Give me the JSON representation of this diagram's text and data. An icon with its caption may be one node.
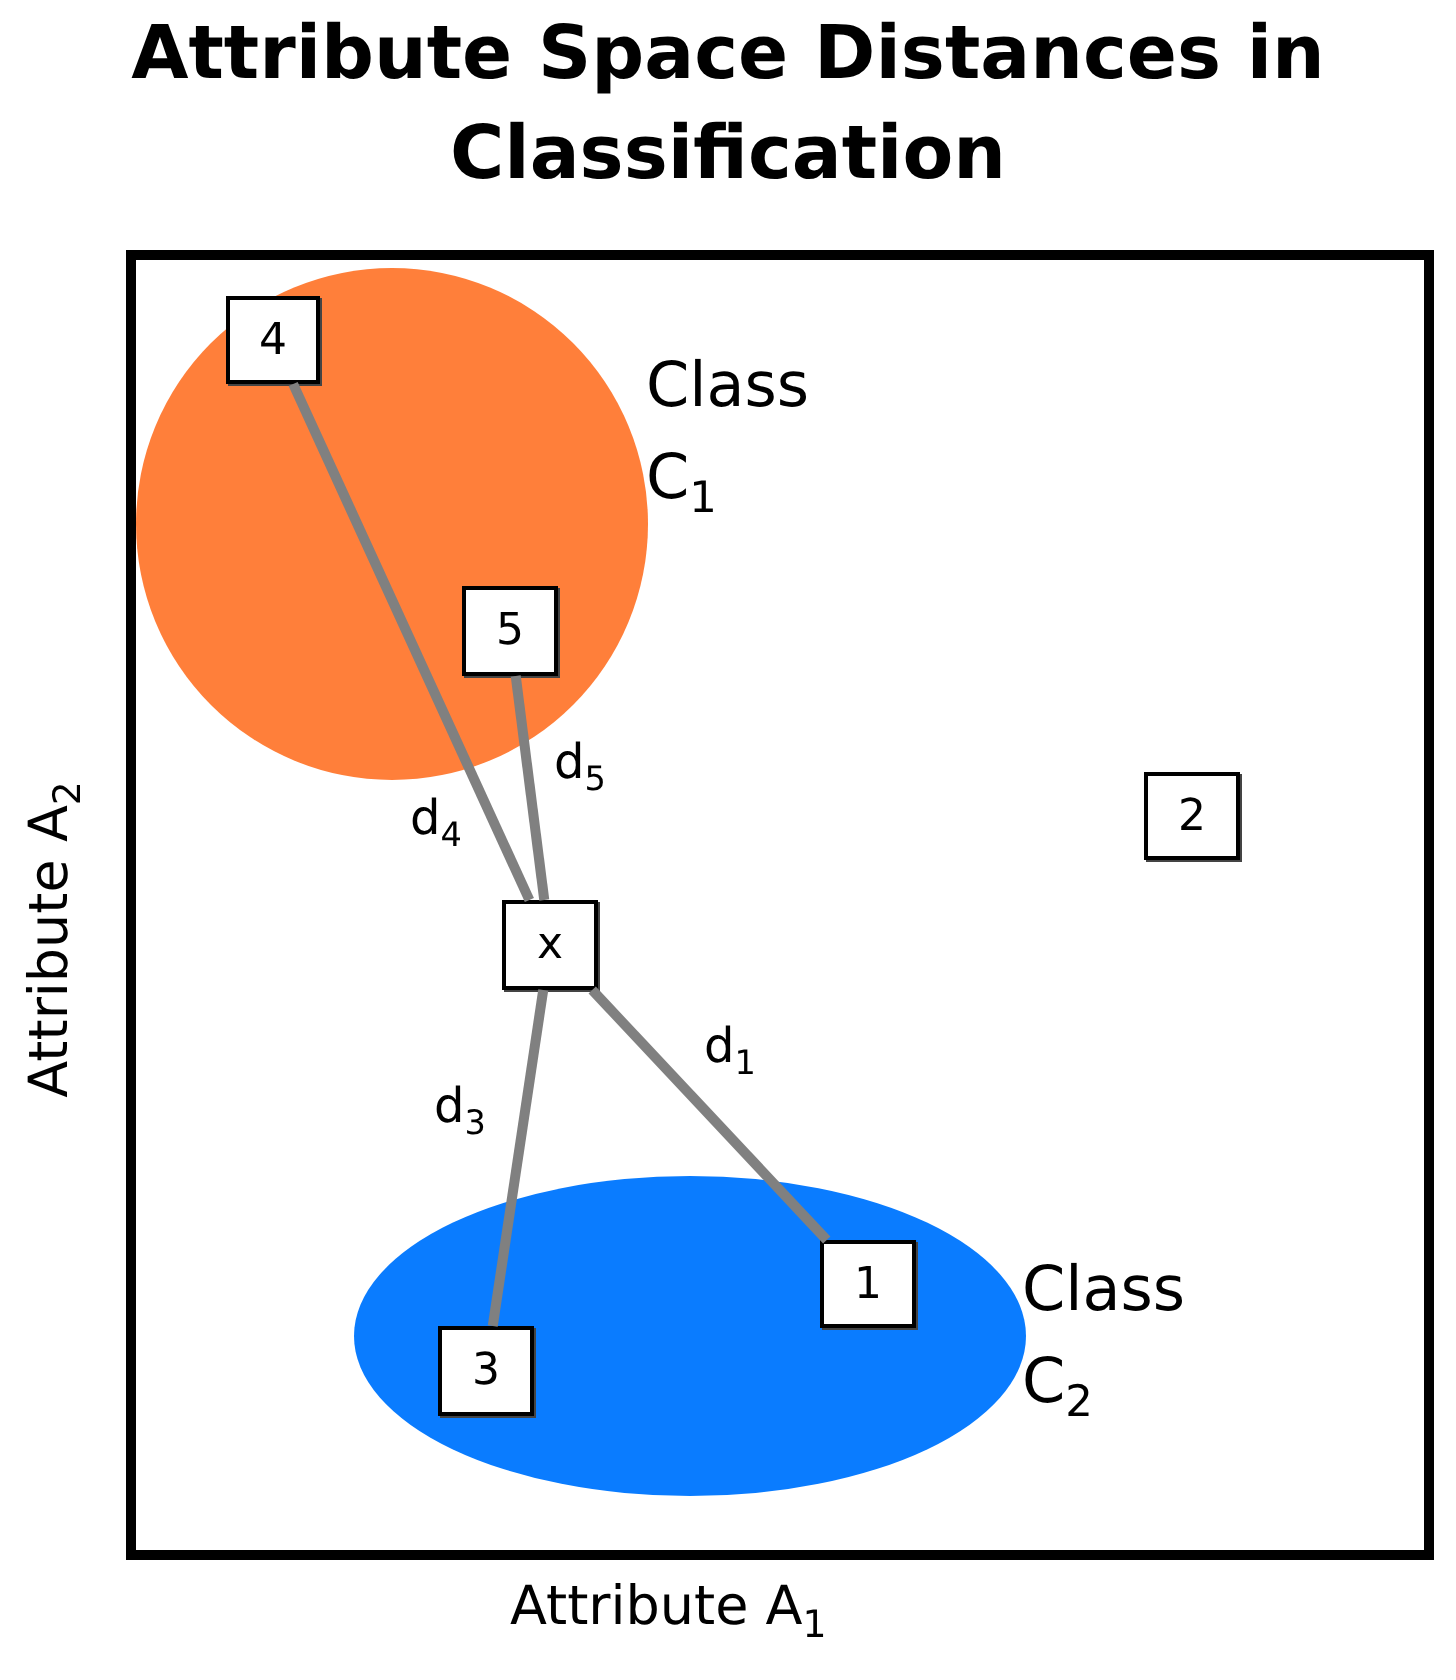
{
  "diagram": {
    "title": "Attribute Space Distances in Classification",
    "nodes": [
      {
        "text": [],
        "shape": "box"
      },
      {
        "text": [],
        "shape": "circle",
        "in": 0,
        "beside": [
          "Class C$_{1}$"
        ]
      },
      {
        "text": [
          "4"
        ],
        "in": 1
      },
      {
        "text": [
          "5"
        ],
        "in": 1
      },
      {
        "text": [
          "2"
        ],
        "in": 0
      },
      {
        "text": [
          "x"
        ],
        "in": 0
      },
      {
        "text": [],
        "shape": "ellipse",
        "in": 0,
        "beside": [
          "Class C$_{2}$"
        ]
      },
      {
        "text": [
          "1"
        ],
        "in": 6
      },
      {
        "text": [
          "3"
        ],
        "in": 6
      }
    ],
    "edges": [
      {
        "from": 5,
        "to": 2,
        "arrow": "none",
        "label": "d$_{4}$"
      },
      {
        "from": 5,
        "to": 3,
        "arrow": "none",
        "label": "d$_{5}$"
      },
      {
        "from": 5,
        "to": 7,
        "arrow": "none",
        "label": "d$_{1}$"
      },
      {
        "from": 5,
        "to": 8,
        "arrow": "none",
        "label": "d$_{3}$"
      }
    ],
    "labels": [
      "Attribute A$_{2}$",
      "Attribute A$_{1}$"
    ]
  }
}
